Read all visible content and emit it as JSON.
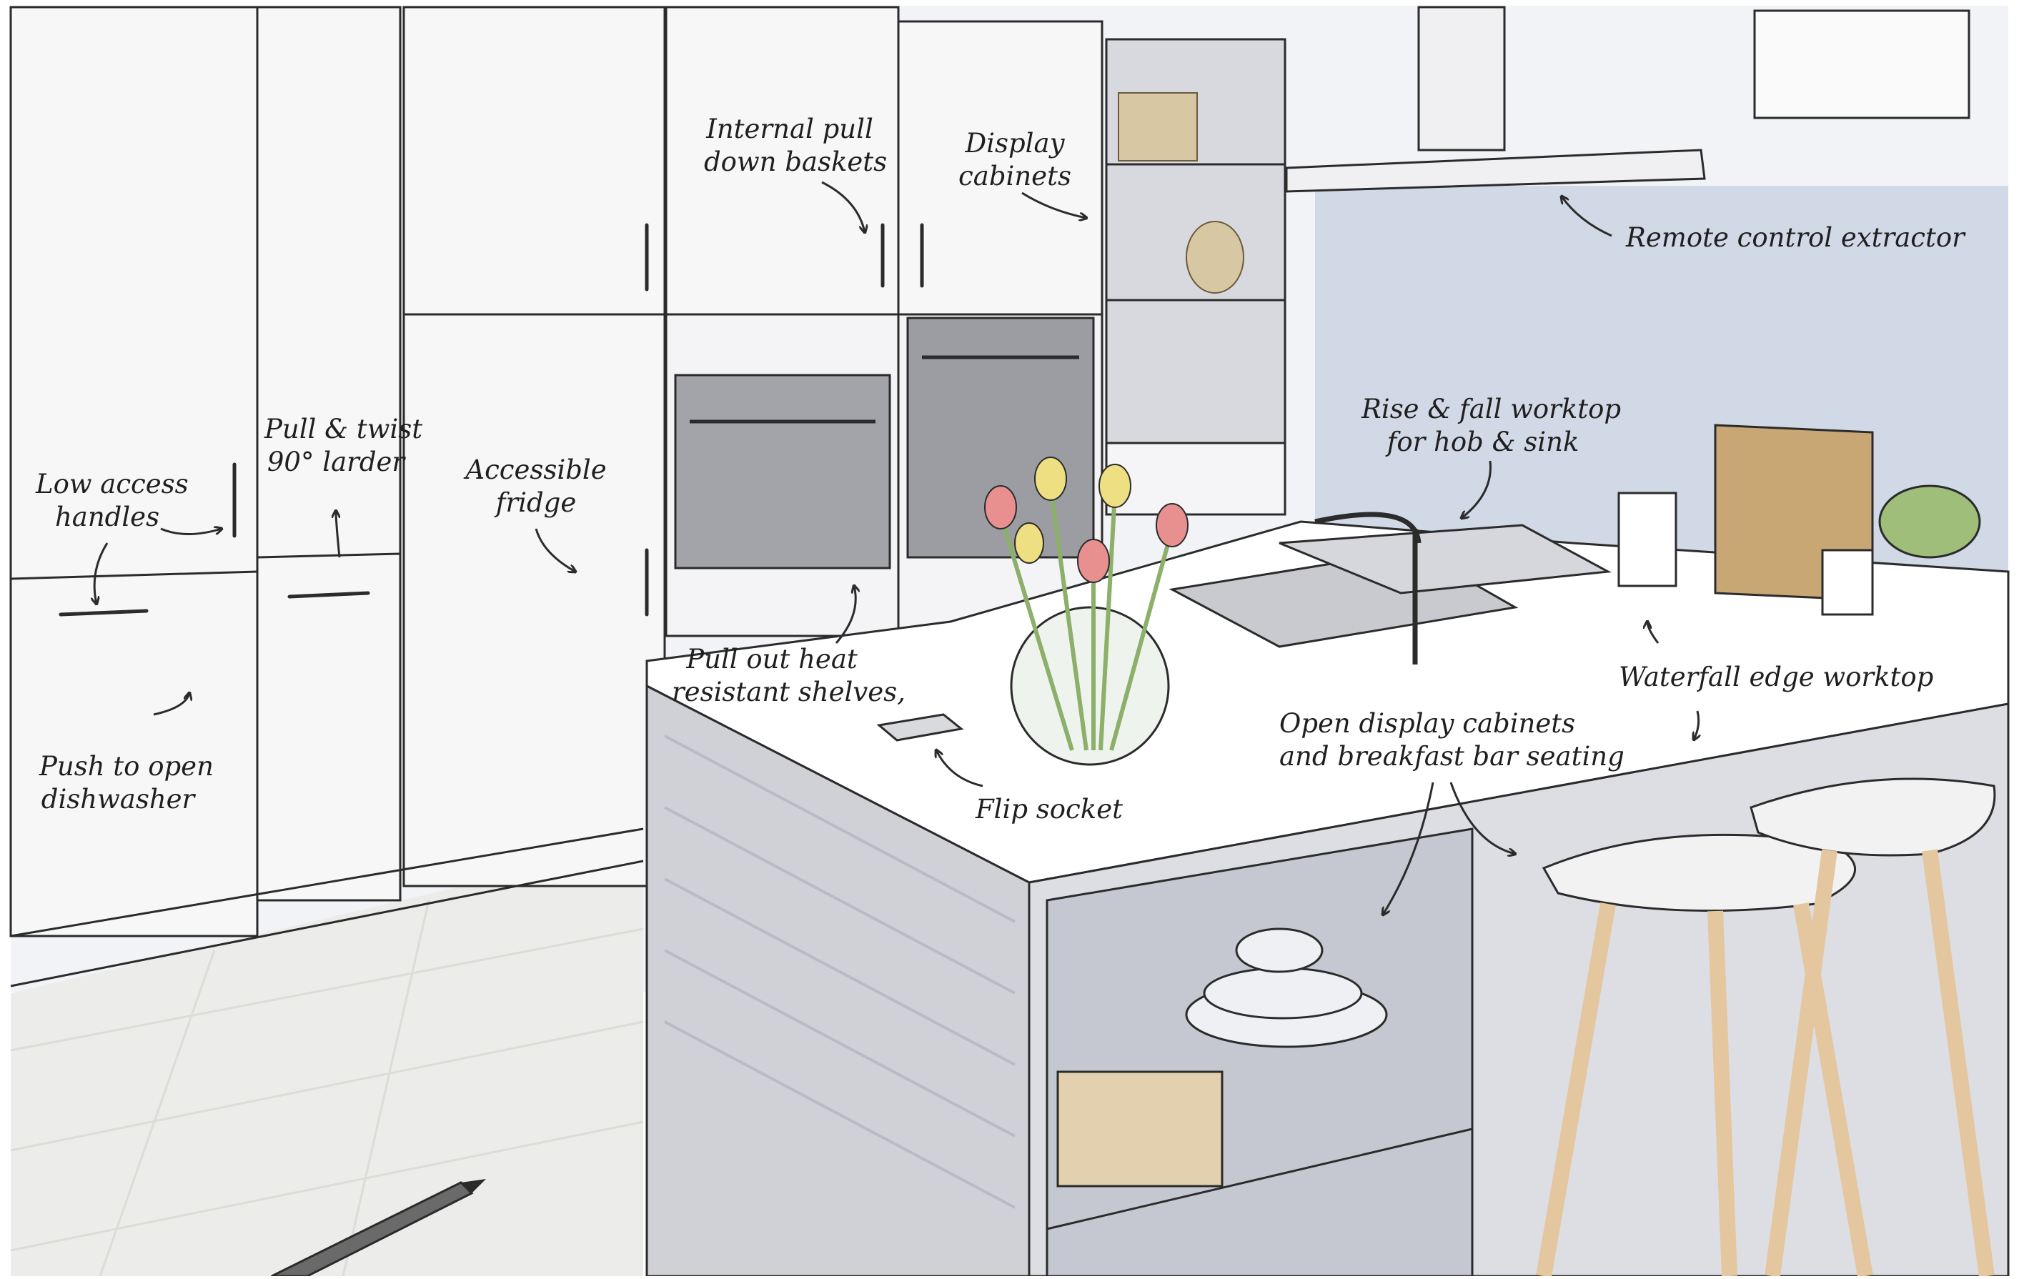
{
  "colors": {
    "paper": "#ffffff",
    "wall": "#eceef3",
    "cabinet": "#f7f7f8",
    "line": "#2b2b2b",
    "splashback": "#c9d3e2",
    "worktop": "#ffffff",
    "island_side": "#cfd1d7",
    "floor": "#ececea",
    "oven": "#9b9da3",
    "stool_wood": "#e4c79f",
    "stool_seat": "#f2f2f2",
    "tulip_pink": "#e88f8f",
    "tulip_yellow": "#eddf82",
    "stem_green": "#8cb06a",
    "pen_barrel": "#6a6a6a"
  },
  "scene": {
    "description_icons": [
      "kitchen-sketch",
      "vase-icon",
      "pen-icon",
      "stool-icon"
    ]
  },
  "labels": {
    "internal_baskets": [
      "Internal pull",
      "down baskets"
    ],
    "display_cabinets": [
      "Display",
      "cabinets"
    ],
    "extractor": [
      "Remote control extractor"
    ],
    "rise_fall": [
      "Rise & fall worktop",
      "for hob & sink"
    ],
    "pull_twist": [
      "Pull & twist",
      "90° larder"
    ],
    "low_access": [
      "Low access",
      "handles"
    ],
    "fridge": [
      "Accessible",
      "fridge"
    ],
    "heat_shelves": [
      "Pull out heat",
      "resistant shelves,"
    ],
    "waterfall": [
      "Waterfall edge worktop"
    ],
    "open_display": [
      "Open display cabinets",
      "and breakfast bar seating"
    ],
    "flip_socket": [
      "Flip socket"
    ],
    "dishwasher": [
      "Push to open",
      "dishwasher"
    ]
  }
}
